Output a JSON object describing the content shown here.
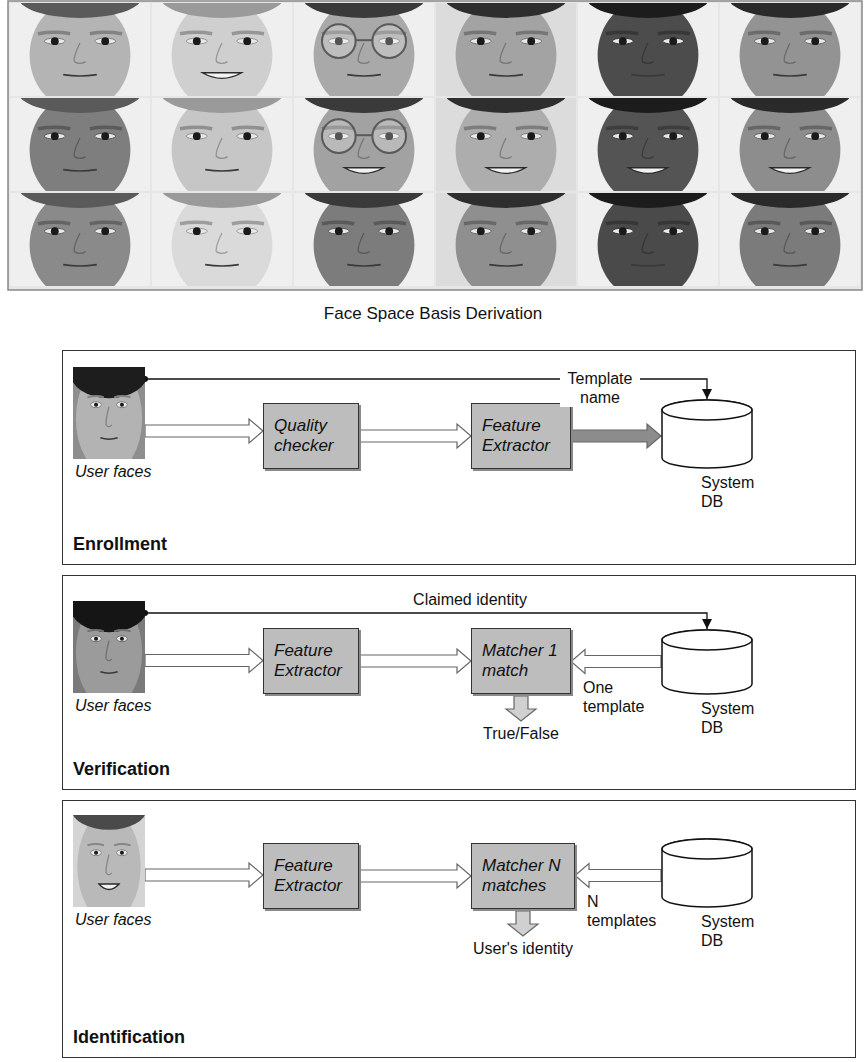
{
  "diagram": {
    "nodes": [
      {
        "text": [
          "Enrollment"
        ]
      },
      {
        "text": [
          "User faces"
        ],
        "in": 0
      },
      {
        "text": [
          "Quality checker"
        ],
        "in": 0
      },
      {
        "text": [
          "Feature Extractor"
        ],
        "in": 0
      },
      {
        "text": [
          "System DB"
        ],
        "in": 0
      },
      {
        "text": [
          "Verification"
        ]
      },
      {
        "text": [
          "User faces"
        ],
        "in": 5
      },
      {
        "text": [
          "Feature Extractor"
        ],
        "in": 5
      },
      {
        "text": [
          "Matcher 1 match"
        ],
        "in": 5
      },
      {
        "text": [
          "System DB"
        ],
        "in": 5
      },
      {
        "text": [
          "Identification"
        ]
      },
      {
        "text": [
          "User faces"
        ],
        "in": 10
      },
      {
        "text": [
          "Feature Extractor"
        ],
        "in": 10
      },
      {
        "text": [
          "Matcher N matches"
        ],
        "in": 10
      },
      {
        "text": [
          "System DB"
        ],
        "in": 10
      }
    ],
    "edges": [
      {
        "from": 1,
        "to": 2,
        "arrow": "to"
      },
      {
        "from": 2,
        "to": 3,
        "arrow": "to"
      },
      {
        "from": 3,
        "to": 4,
        "arrow": "to"
      },
      {
        "from": 1,
        "to": 4,
        "arrow": "to",
        "label": "Template name"
      },
      {
        "from": 6,
        "to": 7,
        "arrow": "to"
      },
      {
        "from": 7,
        "to": 8,
        "arrow": "to"
      },
      {
        "from": 9,
        "to": 8,
        "arrow": "to",
        "label": "One template"
      },
      {
        "from": 6,
        "to": 9,
        "arrow": "to",
        "label": "Claimed identity"
      },
      {
        "from": 11,
        "to": 12,
        "arrow": "to"
      },
      {
        "from": 12,
        "to": 13,
        "arrow": "to"
      },
      {
        "from": 14,
        "to": 13,
        "arrow": "to",
        "label": "N templates"
      }
    ],
    "labels": [
      "Face Space Basis Derivation",
      "True/False",
      "User's identity"
    ]
  }
}
